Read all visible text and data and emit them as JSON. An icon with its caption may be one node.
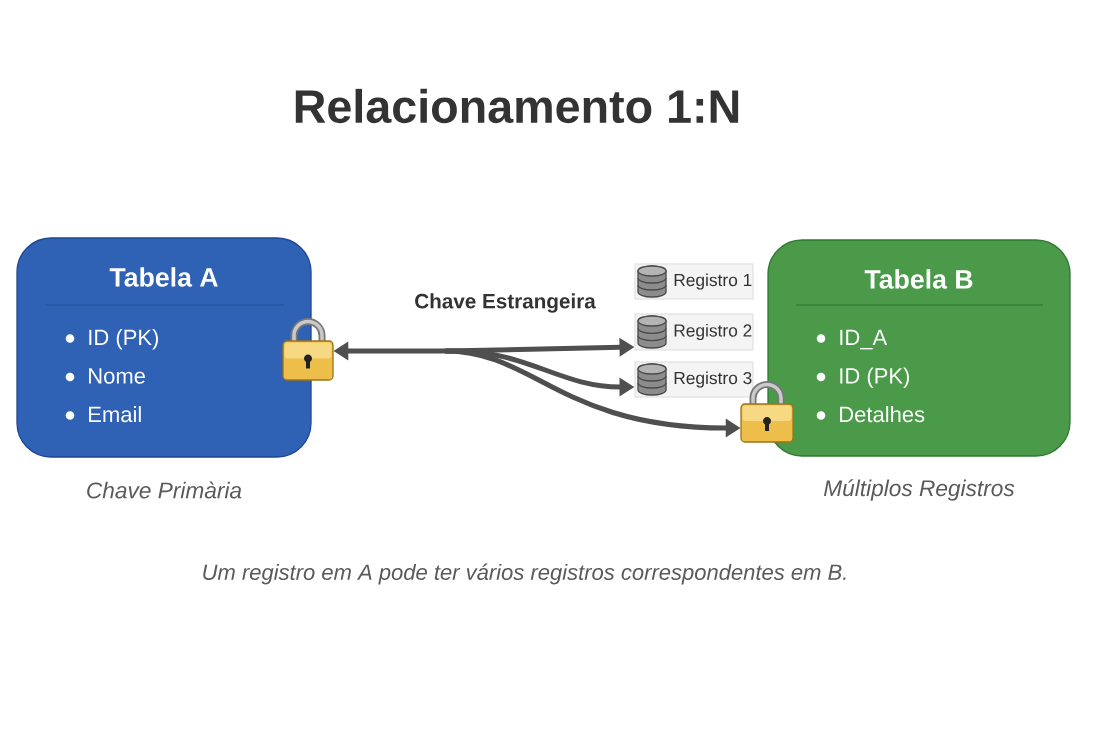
{
  "diagram": {
    "title": "Relacionamento 1:N",
    "caption": "Um registro em A pode ter vários registros correspondentes em B.",
    "nodes": [
      {
        "text": [
          "Tabela A",
          "ID (PK)",
          "Nome",
          "Email"
        ],
        "beside": [
          "Chave Primària"
        ]
      },
      {
        "text": [],
        "shape": "padlock"
      },
      {
        "text": [
          "Registro 1"
        ]
      },
      {
        "text": [
          "Registro 2"
        ]
      },
      {
        "text": [
          "Registro 3"
        ]
      },
      {
        "text": [],
        "shape": "padlock"
      },
      {
        "text": [
          "Tabela B",
          "ID_A",
          "ID (PK)",
          "Detalhes"
        ],
        "beside": [
          "Múltiplos Registros"
        ]
      }
    ],
    "edges": [
      {
        "from": 1,
        "to": 3,
        "arrow": "both",
        "label": "Chave Estrangeira"
      },
      {
        "from": 1,
        "to": 4,
        "arrow": "both"
      },
      {
        "from": 1,
        "to": 5,
        "arrow": "both"
      }
    ]
  }
}
